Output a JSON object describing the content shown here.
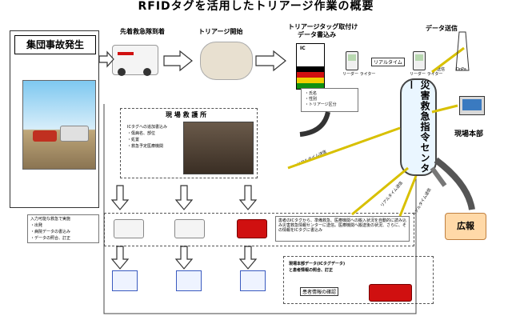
{
  "title": "RFIDタグを活用したトリアージ作業の概要",
  "incident": {
    "title": "集団事故発生"
  },
  "steps": {
    "arrival": "先着救急隊到着",
    "triage_start": "トリアージ開始",
    "tag_write_1": "トリアージタッグ取付け",
    "tag_write_2": "データ書込み",
    "data_send": "データ送信"
  },
  "ic_tag": {
    "label": "IC",
    "items": [
      "・氏名",
      "・性別",
      "・トリアージ区分"
    ],
    "colors": [
      "#000000",
      "#d01010",
      "#f0d000",
      "#109010"
    ]
  },
  "devices": {
    "reader1": "リーダー ライター",
    "realtime": "リアルタイム",
    "reader2": "リーダー ライター",
    "send": "送信",
    "antenna": "DoPa"
  },
  "scene": {
    "title": "現 場 救 護 所",
    "items": [
      "ICタグへの追加書込み",
      "・傷病名、部位",
      "・処置",
      "・救急予定医療機関"
    ]
  },
  "center": {
    "label": "災害救急指令センター"
  },
  "hq": {
    "label": "現場本部"
  },
  "pr": {
    "label": "広報"
  },
  "labels": {
    "realtime_send_1": "リアルタイム送信",
    "realtime_send_2": "リアルタイム送信",
    "realtime_send_3": "リアルタイム送信"
  },
  "left_note": [
    "入力可能な救急で実施",
    "・出発",
    "・病院データの書込み",
    "・データの照合、訂正"
  ],
  "hospital_note": [
    "患者のICタグから、準備救急、医療機関への搬入状況を自動的に読み込み災害救急情報センターに送信。医療機関へ搬送後の状況、さらに、その情報をICタグに書込み"
  ],
  "bottom": {
    "line1": "現場本部データ(ICタグデータ)",
    "line2": "と患者情報の照合、訂正",
    "confirm": "患者情報の確認"
  }
}
